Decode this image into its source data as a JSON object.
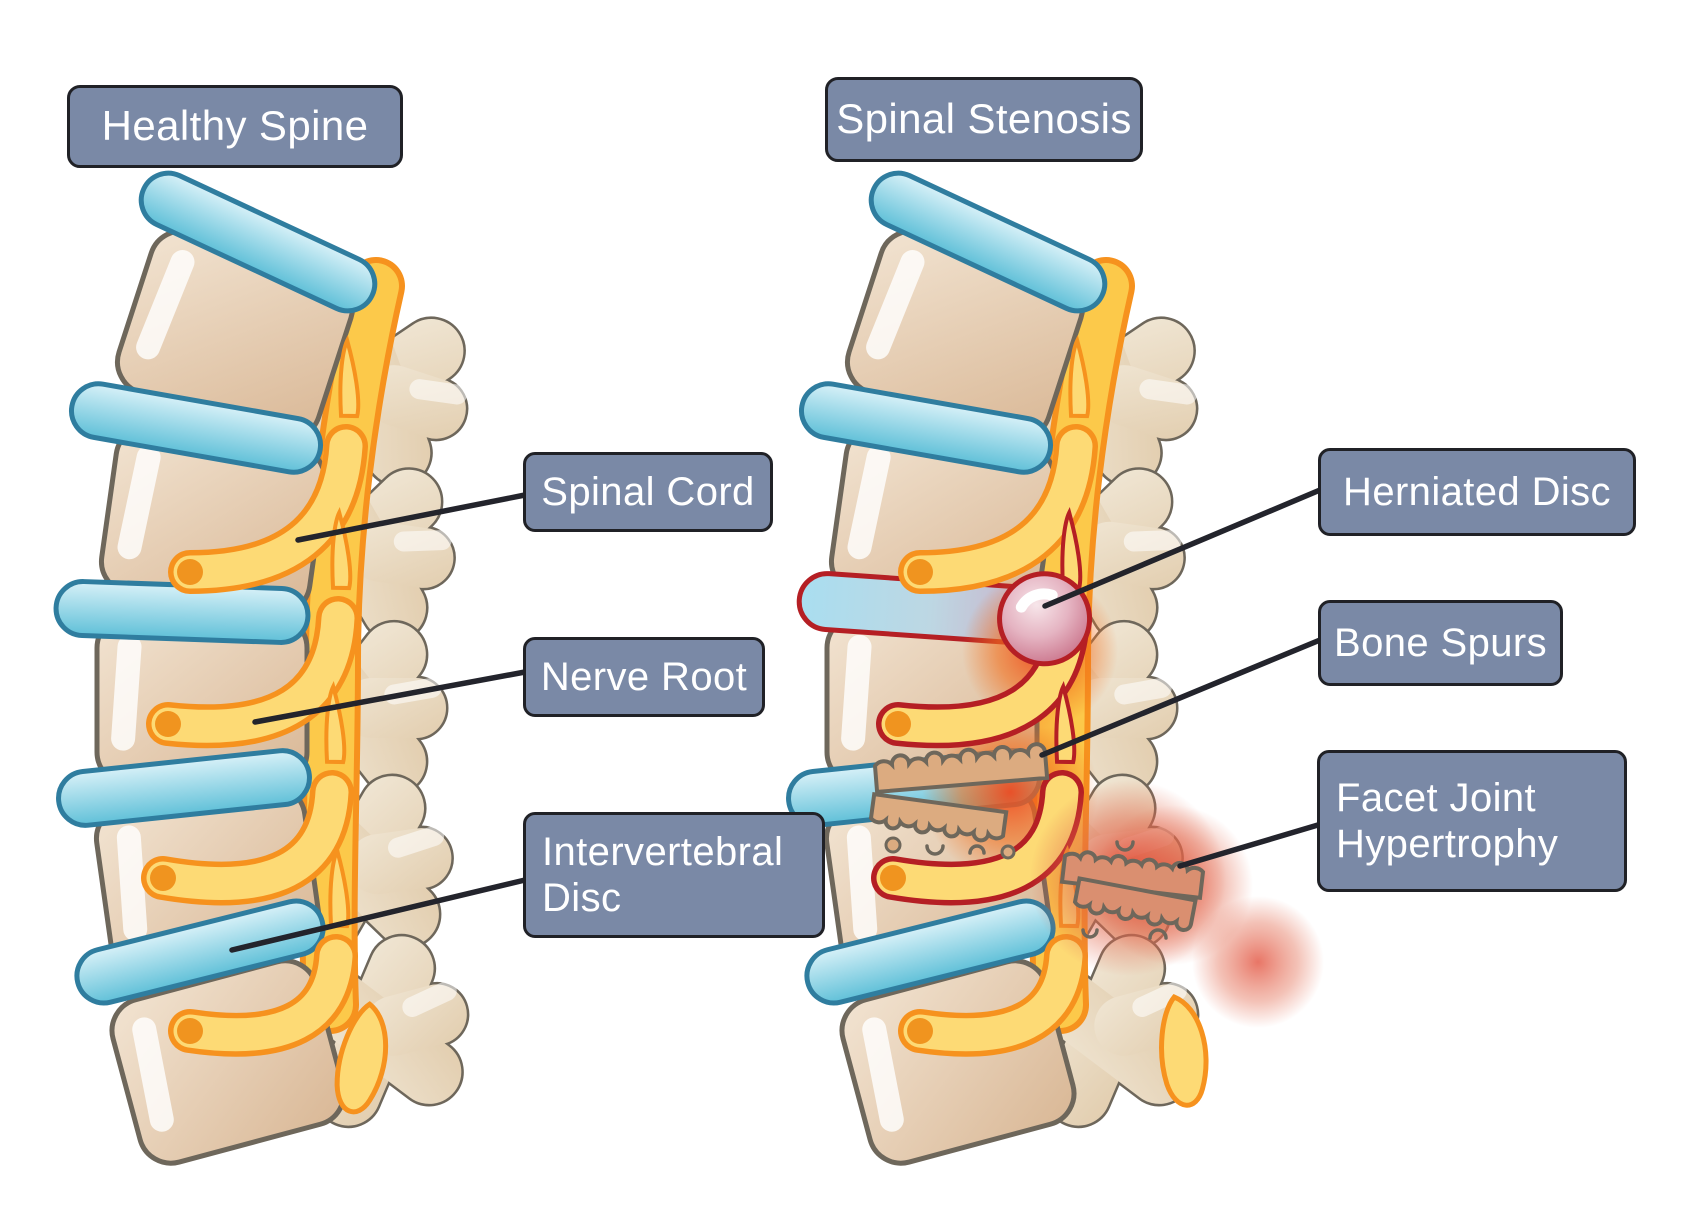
{
  "panels": {
    "healthy": {
      "title": "Healthy Spine",
      "labels": [
        {
          "text": "Spinal Cord"
        },
        {
          "text": "Nerve Root"
        },
        {
          "text": "Intervertebral Disc"
        }
      ]
    },
    "stenosis": {
      "title": "Spinal Stenosis",
      "labels": [
        {
          "text": "Herniated Disc"
        },
        {
          "text": "Bone Spurs"
        },
        {
          "text": "Facet Joint Hypertrophy"
        }
      ]
    }
  },
  "colors": {
    "background": "#ffffff",
    "label_box_fill": "#7a89a6",
    "label_box_border": "#202126",
    "label_text": "#ffffff",
    "leader_line": "#23242c",
    "bone_fill_light": "#f2e4d2",
    "bone_fill_dark": "#d9b795",
    "posterior_fill_light": "#f0e6d4",
    "posterior_fill_dark": "#e2cdae",
    "bone_outline": "#6e675b",
    "disc_fill_light": "#d8f1f8",
    "disc_fill_dark": "#5fc0d8",
    "disc_outline": "#2f7d9f",
    "cord_yellow": "#fcc94a",
    "cord_yellow_light": "#fdda75",
    "cord_orange": "#f6921e",
    "nerve_dot": "#f0941f",
    "stenosis_outline_red": "#b51f24",
    "inflammation_red": "#ee4a1f",
    "herniation_rim": "#c2607a",
    "spur_fill": "#dcab80",
    "facet_fill": "#da8f70"
  }
}
